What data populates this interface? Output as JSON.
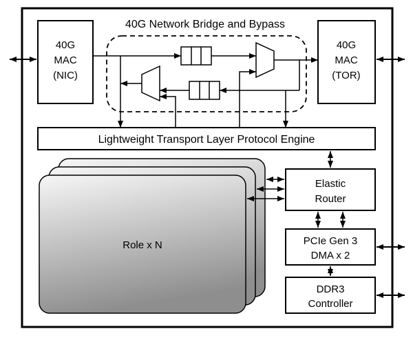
{
  "title": "40G Network Bridge and Bypass",
  "blocks": {
    "nic_mac": {
      "lines": [
        "40G",
        "MAC",
        "(NIC)"
      ]
    },
    "tor_mac": {
      "lines": [
        "40G",
        "MAC",
        "(TOR)"
      ]
    },
    "ltl_engine": {
      "label": "Lightweight Transport Layer Protocol Engine"
    },
    "role": {
      "label": "Role x N"
    },
    "elastic_router": {
      "lines": [
        "Elastic",
        "Router"
      ]
    },
    "pcie_dma": {
      "lines": [
        "PCIe Gen 3",
        "DMA x 2"
      ]
    },
    "ddr3": {
      "lines": [
        "DDR3",
        "Controller"
      ]
    }
  },
  "colors": {
    "line": "#000000",
    "background": "#ffffff",
    "role_gradient_top": "#f6f6f6",
    "role_gradient_bottom": "#8e8e8e"
  }
}
